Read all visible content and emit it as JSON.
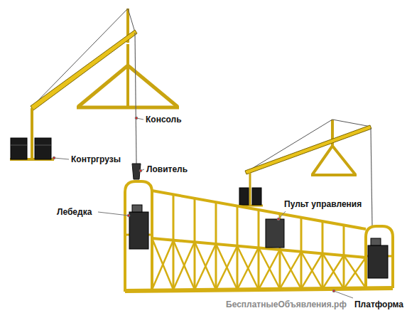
{
  "diagram": {
    "labels": [
      "Консоль",
      "Контргрузы",
      "Ловитель",
      "Лебедка",
      "Пульт управления",
      "Платформа",
      "БесплатныеОбъявления.рф"
    ]
  }
}
